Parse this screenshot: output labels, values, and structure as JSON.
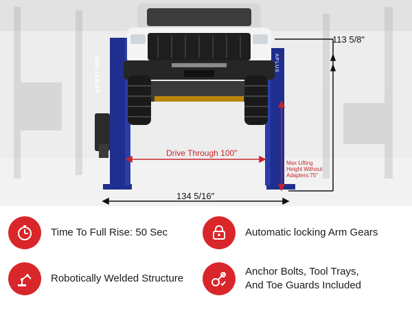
{
  "product": {
    "model_label": "HW-10KBP",
    "brand_label": "APLUS"
  },
  "dimensions": {
    "height": "113 5/8″",
    "drive_through": "Drive Through 100″",
    "max_lifting_line1": "Max Lifting",
    "max_lifting_line2": "Height Without",
    "max_lifting_line3": "Adapters:75″",
    "width": "134 5/16″"
  },
  "features": [
    {
      "icon": "stopwatch-icon",
      "line1": "Time To Full Rise: 50 Sec",
      "line2": ""
    },
    {
      "icon": "lock-icon",
      "line1": "Automatic locking Arm Gears",
      "line2": ""
    },
    {
      "icon": "robot-arm-icon",
      "line1": "Robotically Welded Structure",
      "line2": ""
    },
    {
      "icon": "tools-icon",
      "line1": "Anchor Bolts, Tool Trays,",
      "line2": "And Toe Guards Included"
    }
  ],
  "colors": {
    "accent_red": "#d9262b",
    "post_blue": "#1f2f8f",
    "dimension_red": "#c8242a"
  }
}
